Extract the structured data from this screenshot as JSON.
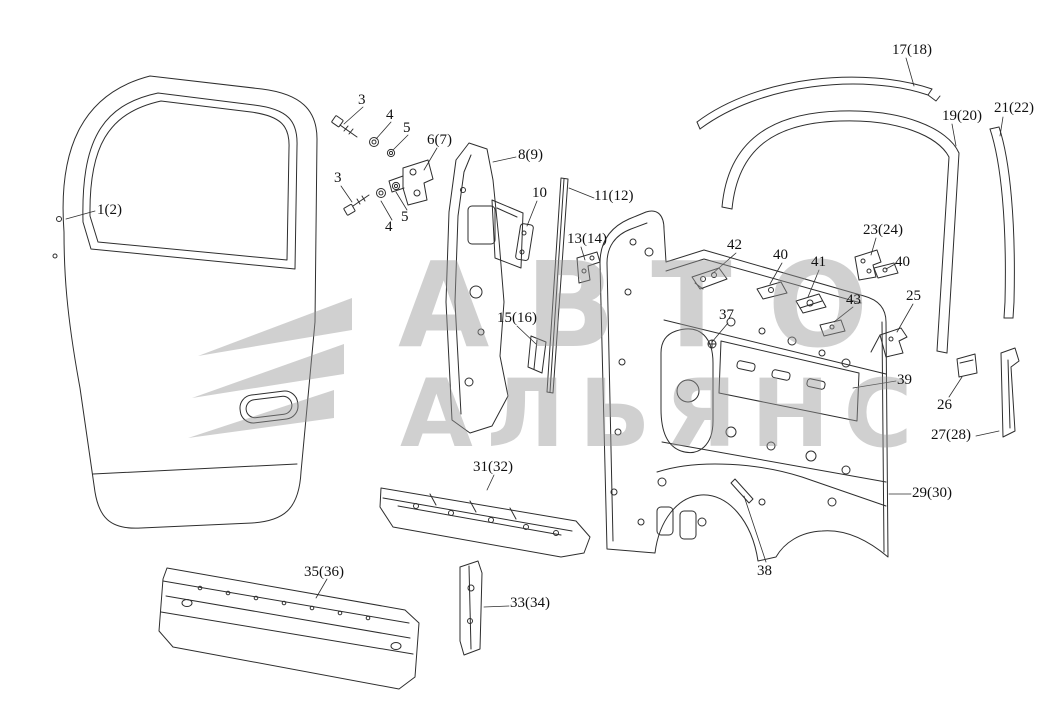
{
  "watermark": {
    "line1": "АВТО",
    "line2": "АЛЬЯНС"
  },
  "labels": [
    {
      "id": "1-2",
      "text": "1(2)"
    },
    {
      "id": "3a",
      "text": "3"
    },
    {
      "id": "4a",
      "text": "4"
    },
    {
      "id": "5a",
      "text": "5"
    },
    {
      "id": "6-7",
      "text": "6(7)"
    },
    {
      "id": "3b",
      "text": "3"
    },
    {
      "id": "4b",
      "text": "4"
    },
    {
      "id": "5b",
      "text": "5"
    },
    {
      "id": "8-9",
      "text": "8(9)"
    },
    {
      "id": "10",
      "text": "10"
    },
    {
      "id": "11-12",
      "text": "11(12)"
    },
    {
      "id": "13-14",
      "text": "13(14)"
    },
    {
      "id": "15-16",
      "text": "15(16)"
    },
    {
      "id": "17-18",
      "text": "17(18)"
    },
    {
      "id": "19-20",
      "text": "19(20)"
    },
    {
      "id": "21-22",
      "text": "21(22)"
    },
    {
      "id": "23-24",
      "text": "23(24)"
    },
    {
      "id": "40a",
      "text": "40"
    },
    {
      "id": "42",
      "text": "42"
    },
    {
      "id": "40b",
      "text": "40"
    },
    {
      "id": "41",
      "text": "41"
    },
    {
      "id": "43",
      "text": "43"
    },
    {
      "id": "37",
      "text": "37"
    },
    {
      "id": "25",
      "text": "25"
    },
    {
      "id": "39",
      "text": "39"
    },
    {
      "id": "26",
      "text": "26"
    },
    {
      "id": "27-28",
      "text": "27(28)"
    },
    {
      "id": "29-30",
      "text": "29(30)"
    },
    {
      "id": "31-32",
      "text": "31(32)"
    },
    {
      "id": "38",
      "text": "38"
    },
    {
      "id": "35-36",
      "text": "35(36)"
    },
    {
      "id": "33-34",
      "text": "33(34)"
    }
  ]
}
